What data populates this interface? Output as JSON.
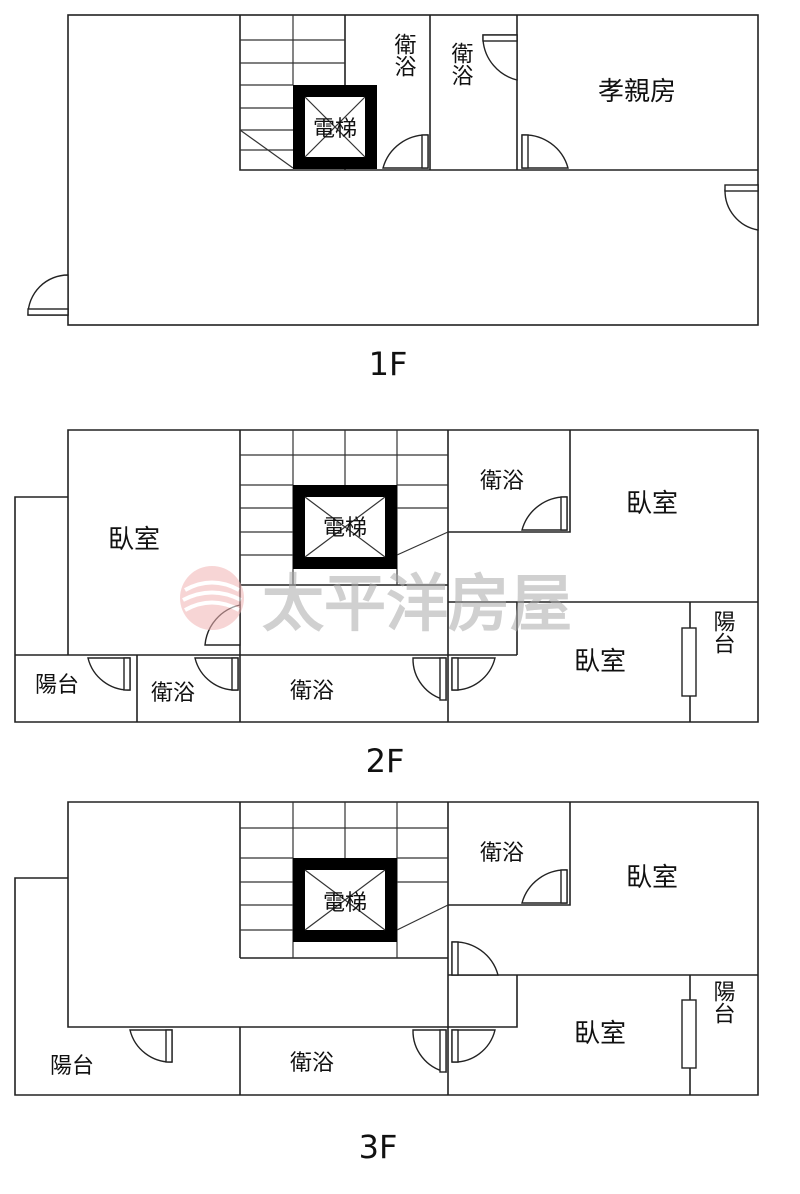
{
  "floors": {
    "f1": {
      "label": "1F",
      "rooms": {
        "bath_a": "衛浴",
        "bath_b": "衛浴",
        "parent_room": "孝親房",
        "elevator": "電梯"
      }
    },
    "f2": {
      "label": "2F",
      "rooms": {
        "bedroom_left": "臥室",
        "bath_top": "衛浴",
        "bedroom_top_right": "臥室",
        "bedroom_lower_right": "臥室",
        "balcony_right": "陽台",
        "balcony_left": "陽台",
        "bath_small": "衛浴",
        "bath_mid": "衛浴",
        "elevator": "電梯"
      }
    },
    "f3": {
      "label": "3F",
      "rooms": {
        "bath_top": "衛浴",
        "bedroom_top_right": "臥室",
        "bedroom_lower_right": "臥室",
        "balcony_right": "陽台",
        "balcony_left": "陽台",
        "bath_mid": "衛浴",
        "elevator": "電梯"
      }
    }
  },
  "watermark": "太平洋房屋"
}
